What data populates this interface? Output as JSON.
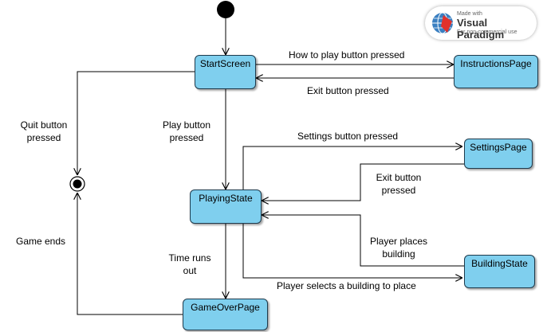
{
  "states": {
    "start_screen": "StartScreen",
    "instructions_page": "InstructionsPage",
    "settings_page": "SettingsPage",
    "playing_state": "PlayingState",
    "building_state": "BuildingState",
    "game_over_page": "GameOverPage"
  },
  "transitions": {
    "how_to_play": "How to play button pressed",
    "exit_instructions": "Exit button pressed",
    "quit": "Quit button pressed",
    "play": "Play button pressed",
    "settings": "Settings button pressed",
    "exit_settings": "Exit button pressed",
    "player_places": "Player places building",
    "select_building": "Player selects a building to place",
    "time_runs_out": "Time runs out",
    "game_ends": "Game ends"
  },
  "watermark": {
    "line1": "Made with",
    "line2": "Visual Paradigm",
    "line3": "For non-commercial use"
  },
  "colors": {
    "state_fill": "#7fcfee",
    "line": "#000000"
  }
}
